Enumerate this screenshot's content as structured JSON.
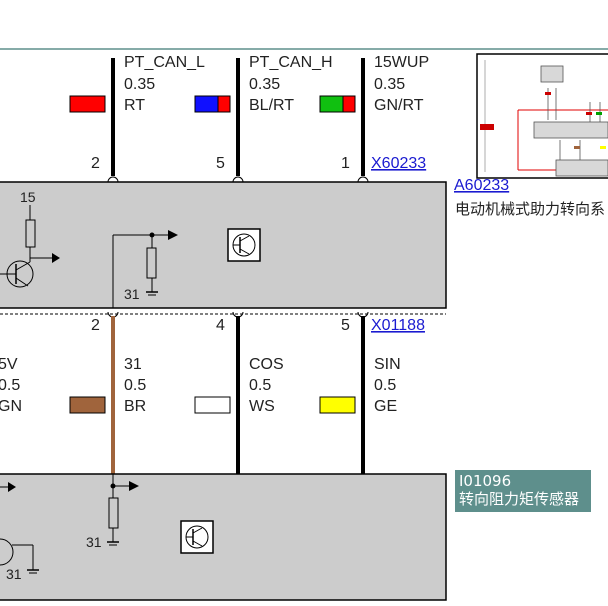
{
  "wires_top": [
    {
      "signal": "PT_CAN_L",
      "size": "0.35",
      "color_code": "RT",
      "pin": "2",
      "swatch": [
        "#ff0000"
      ]
    },
    {
      "signal": "PT_CAN_H",
      "size": "0.35",
      "color_code": "BL/RT",
      "pin": "5",
      "swatch": [
        "#1010ff",
        "#ff0000"
      ]
    },
    {
      "signal": "15WUP",
      "size": "0.35",
      "color_code": "GN/RT",
      "pin": "1",
      "swatch": [
        "#10c010",
        "#ff0000"
      ]
    }
  ],
  "wires_bottom": [
    {
      "signal": "5V",
      "size": "0.5",
      "color_code": "GN",
      "pin": "",
      "swatch": []
    },
    {
      "signal": "31",
      "size": "0.5",
      "color_code": "BR",
      "pin": "2",
      "swatch": [
        "#a0643c"
      ]
    },
    {
      "signal": "COS",
      "size": "0.5",
      "color_code": "WS",
      "pin": "4",
      "swatch": [
        "#ffffff"
      ]
    },
    {
      "signal": "SIN",
      "size": "0.5",
      "color_code": "GE",
      "pin": "5",
      "swatch": [
        "#ffff00"
      ]
    }
  ],
  "connectors": {
    "top": "X60233",
    "bottom": "X01188"
  },
  "module_a": {
    "id": "A60233",
    "name": "电动机械式助力转向系"
  },
  "module_b": {
    "id": "I01096",
    "name": "转向阻力矩传感器"
  },
  "internal_labels": {
    "supply": "15",
    "ground_1": "31",
    "ground_2": "31",
    "ground_3": "31"
  },
  "colors": {
    "link": "#1a1ad0",
    "module_fill": "#cccccc",
    "sensor_tag": "#5e8f8c",
    "brown_wire": "#a0643c",
    "frame_line": "#5e8f8c"
  }
}
